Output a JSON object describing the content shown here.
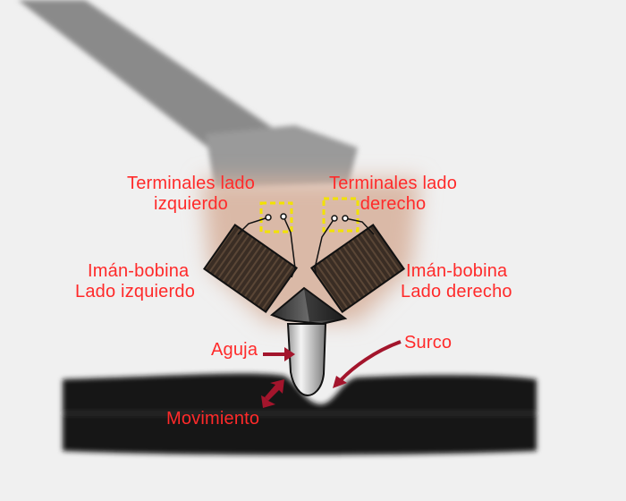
{
  "labels": {
    "terminals_left": {
      "line1": "Terminales lado",
      "line2": "izquierdo"
    },
    "terminals_right": {
      "line1": "Terminales lado",
      "line2": "derecho"
    },
    "coil_left": {
      "line1": "Imán-bobina",
      "line2": "Lado izquierdo"
    },
    "coil_right": {
      "line1": "Imán-bobina",
      "line2": "Lado derecho"
    },
    "needle": "Aguja",
    "groove": "Surco",
    "movement": "Movimiento"
  },
  "colors": {
    "label": "#ff2a2a",
    "arrow": "#a3152c",
    "terminal_box": "#f2e200",
    "background": "#f0f0f0",
    "record": "#141414",
    "coil": "#3b2f26",
    "cartridge_glow": "#d8b4a0"
  }
}
